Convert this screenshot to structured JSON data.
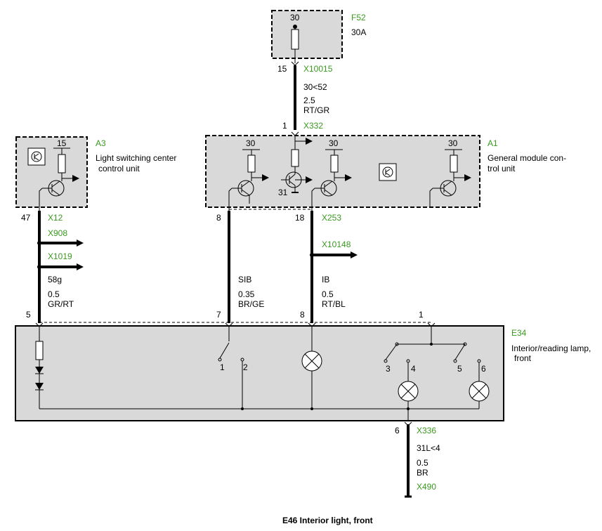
{
  "colors": {
    "connector_label": "#3a9a1f",
    "component_fill": "#d9d9d9",
    "wire": "#000000"
  },
  "fuse": {
    "id": "F52",
    "rating": "30A",
    "top_terminal": "30",
    "pin": "15",
    "connector": "X10015"
  },
  "wire_fuse_to_gm": {
    "signal": "30<52",
    "gauge": "2.5",
    "color": "RT/GR"
  },
  "general_module": {
    "id": "A1",
    "name_line1": "General module con-",
    "name_line2": "trol unit",
    "input_pin": "1",
    "input_connector": "X332",
    "terminal_30_a": "30",
    "terminal_30_b": "30",
    "terminal_30_c": "30",
    "ground_terminal": "31",
    "icon": "transistor-box-icon",
    "pin_sib": "8",
    "pin_ib": "18",
    "output_connector": "X253"
  },
  "light_switch_center": {
    "id": "A3",
    "name_line1": "Light switching center",
    "name_line2": "control unit",
    "terminal_15": "15",
    "icon": "transistor-box-icon",
    "pin": "47",
    "connector": "X12"
  },
  "splices": {
    "lsc_1": "X908",
    "lsc_2": "X1019",
    "gm_ib": "X10148"
  },
  "wire_58g": {
    "signal": "58g",
    "gauge": "0.5",
    "color": "GR/RT"
  },
  "wire_sib": {
    "signal": "SIB",
    "gauge": "0.35",
    "color": "BR/GE"
  },
  "wire_ib": {
    "signal": "IB",
    "gauge": "0.5",
    "color": "RT/BL"
  },
  "lamp": {
    "id": "E34",
    "name_line1": "Interior/reading lamp,",
    "name_line2": "front",
    "pin_58g": "5",
    "pin_sib": "7",
    "pin_ib": "8",
    "pin_1": "1",
    "switch_1": "1",
    "switch_2": "2",
    "switch_3": "3",
    "switch_4": "4",
    "switch_5": "5",
    "switch_6": "6",
    "ground_pin": "6",
    "ground_connector": "X336"
  },
  "wire_ground": {
    "signal": "31L<4",
    "gauge": "0.5",
    "color": "BR",
    "ground_connector": "X490"
  },
  "caption": "E46 Interior light, front"
}
